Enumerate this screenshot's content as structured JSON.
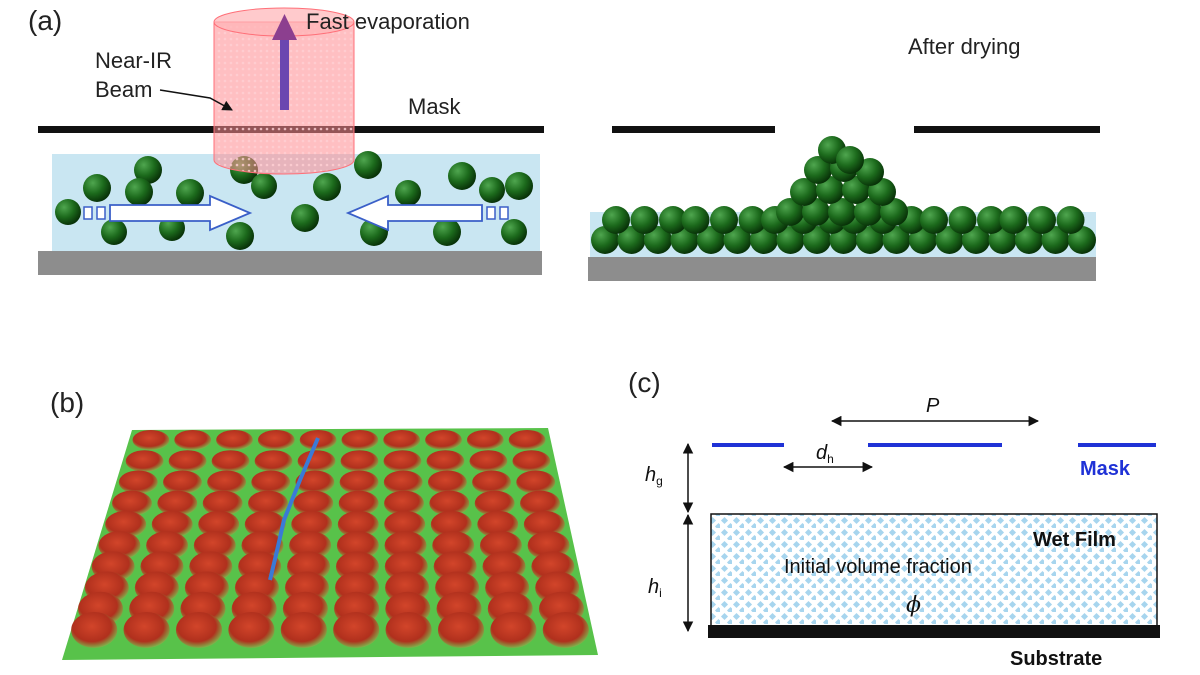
{
  "panel_a": {
    "label": "(a)",
    "evaporation_label": "Fast evaporation",
    "beam_label_line1": "Near-IR",
    "beam_label_line2": "Beam",
    "mask_label": "Mask",
    "after_drying_label": "After drying"
  },
  "panel_b": {
    "label": "(b)"
  },
  "panel_c": {
    "label": "(c)",
    "period_symbol": "P",
    "hole_width_symbol": "d",
    "hole_width_subscript": "h",
    "gap_height_symbol": "h",
    "gap_height_subscript": "g",
    "film_height_symbol": "h",
    "film_height_subscript": "i",
    "mask_label": "Mask",
    "wet_film_label": "Wet Film",
    "volume_fraction_label": "Initial volume fraction",
    "volume_fraction_symbol": "ϕ",
    "substrate_label": "Substrate"
  },
  "colors": {
    "particle": "#1f6b1f",
    "particle_dark": "#0c3a0c",
    "liquid": "#c9e6f2",
    "substrate": "#8d8d8d",
    "mask": "#111111",
    "beam": "#ff7f86",
    "evaporation_arrow": "#7a3fa0",
    "mask_blue": "#1f32d6",
    "wet_film_dot": "#9ad0ee"
  }
}
